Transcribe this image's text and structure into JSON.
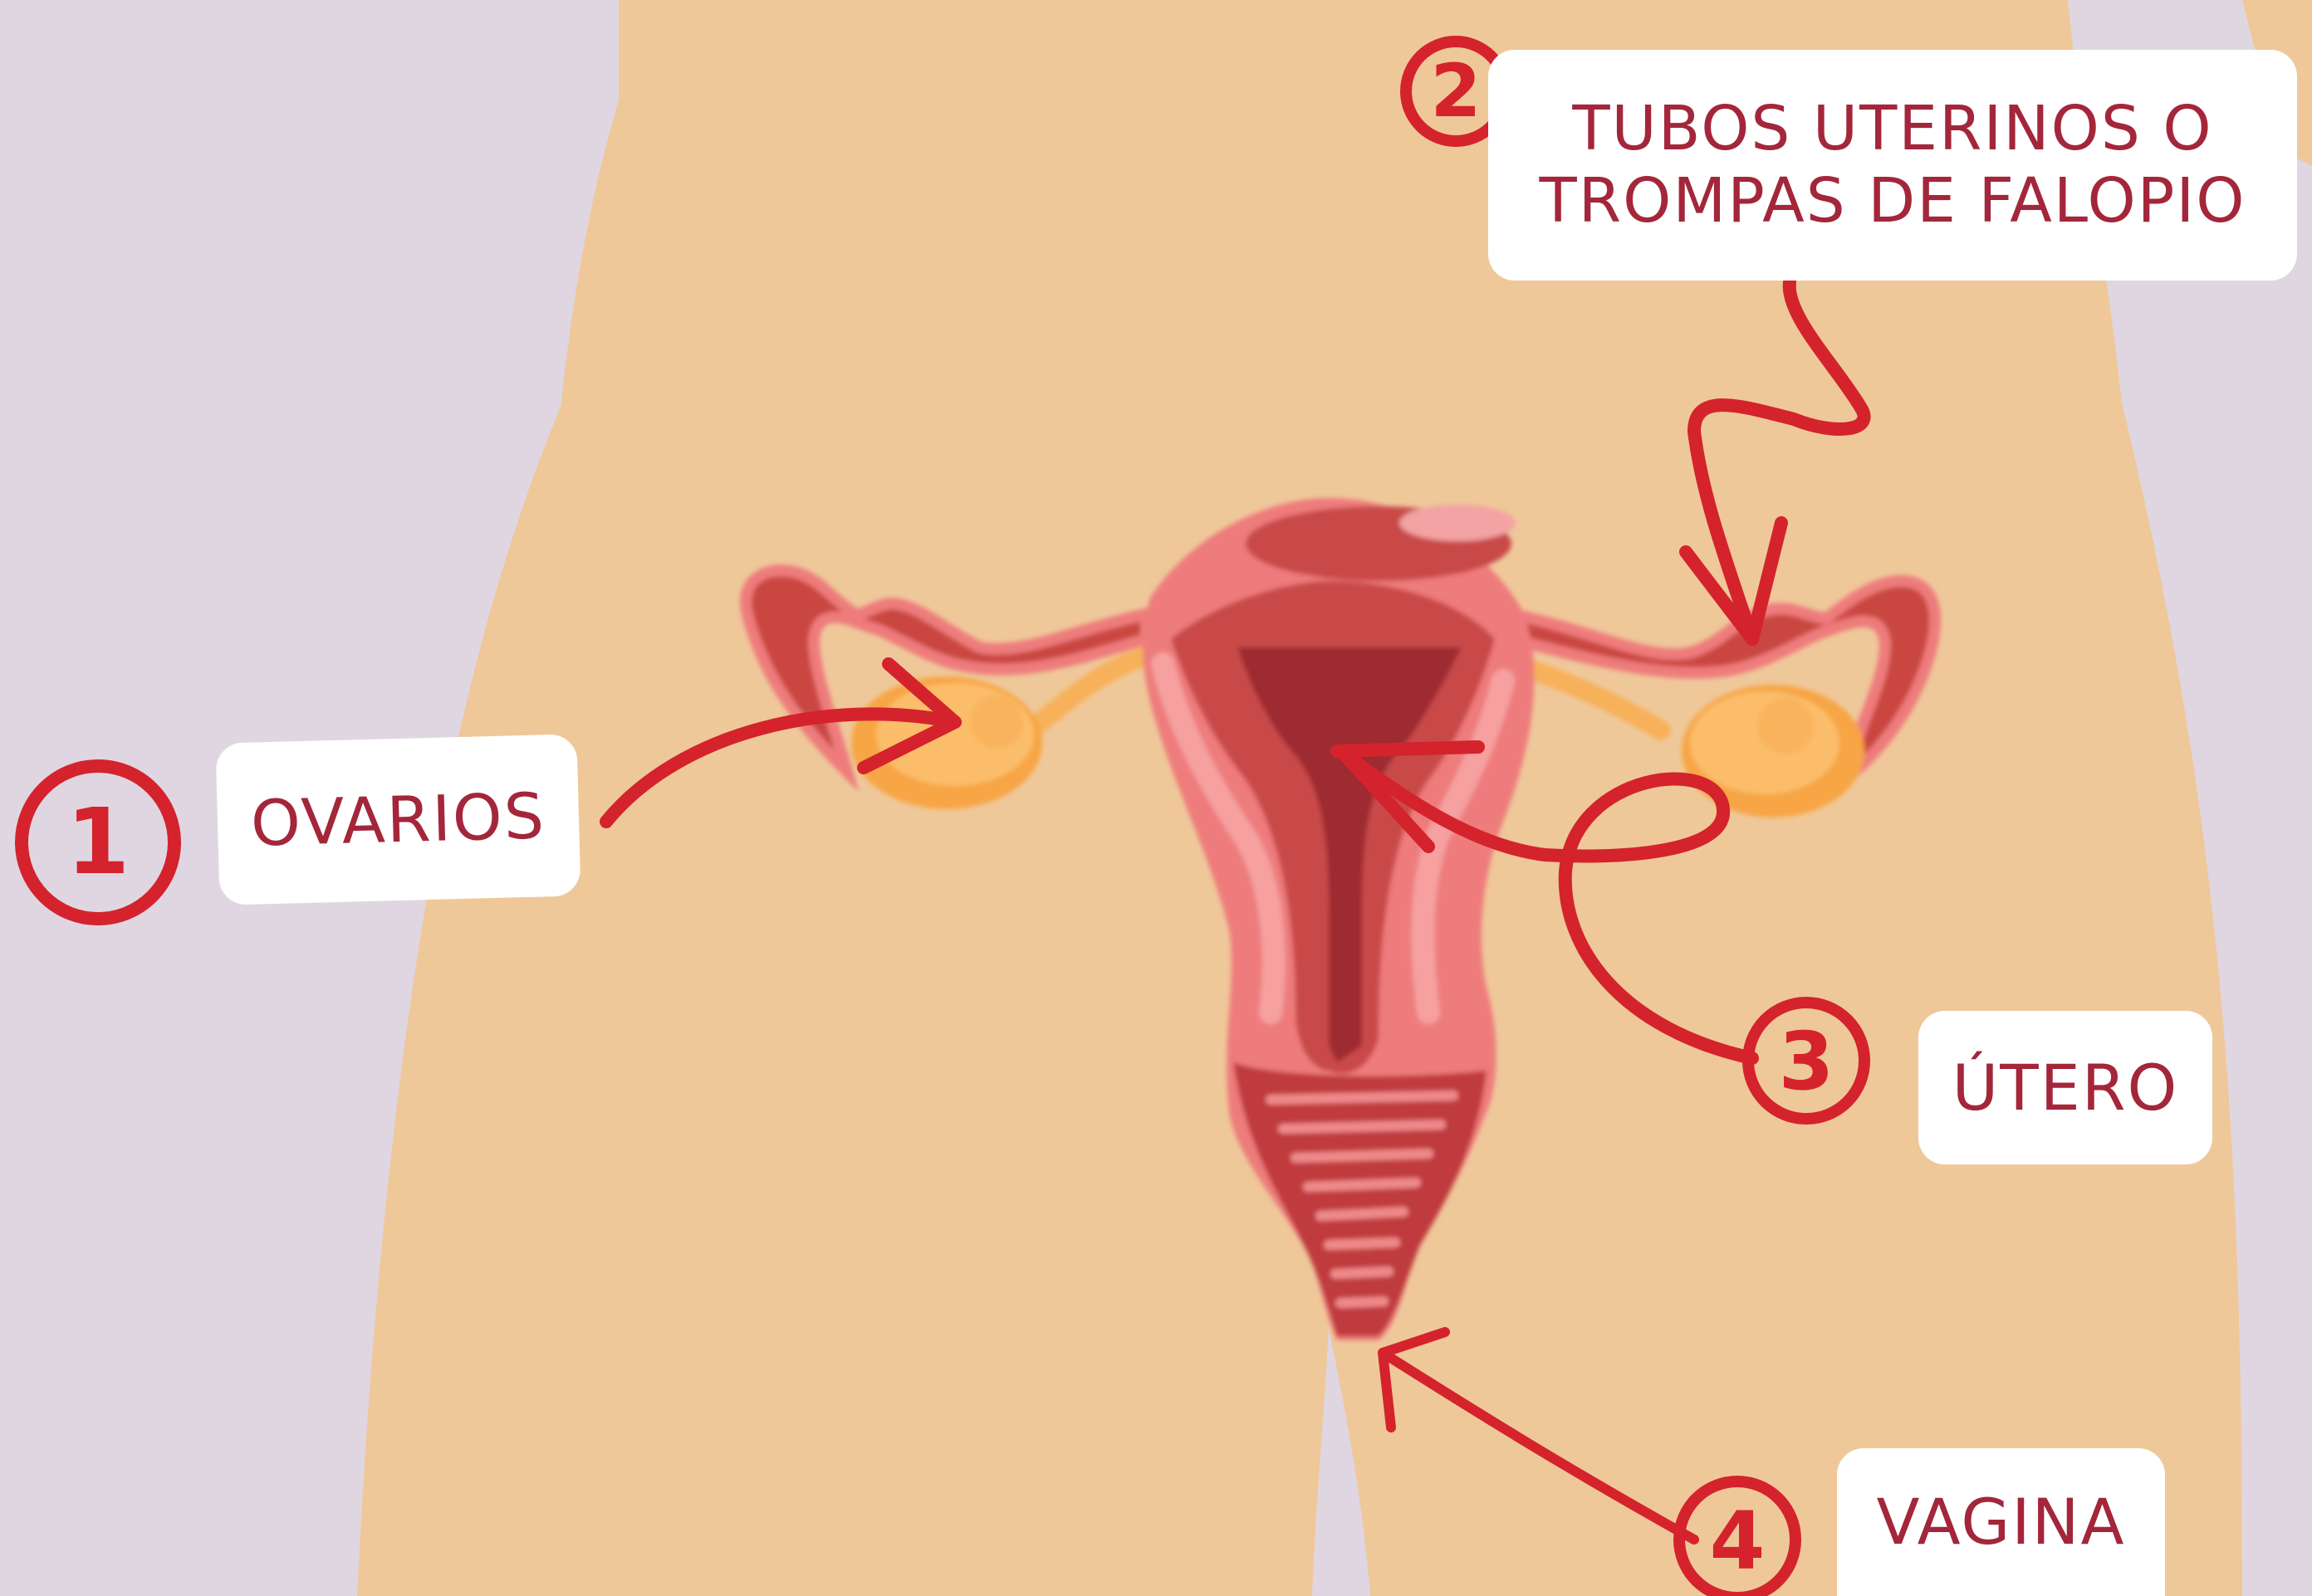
{
  "labels": {
    "ovarios": {
      "number": "1",
      "text": "OVARIOS"
    },
    "tubos": {
      "number": "2",
      "line1": "TUBOS UTERINOS O",
      "line2": "TROMPAS DE FALOPIO"
    },
    "utero": {
      "number": "3",
      "text": "ÚTERO"
    },
    "vagina": {
      "number": "4",
      "text": "VAGINA"
    }
  },
  "colors": {
    "skin": "#efc89a",
    "background_lilac": "#e0d6e2",
    "accent_red": "#d4232c",
    "label_text": "#a3263a",
    "uterus_pink": "#ee7b7b",
    "uterus_dark": "#9e2a30",
    "ovary_orange": "#f7b15a"
  }
}
